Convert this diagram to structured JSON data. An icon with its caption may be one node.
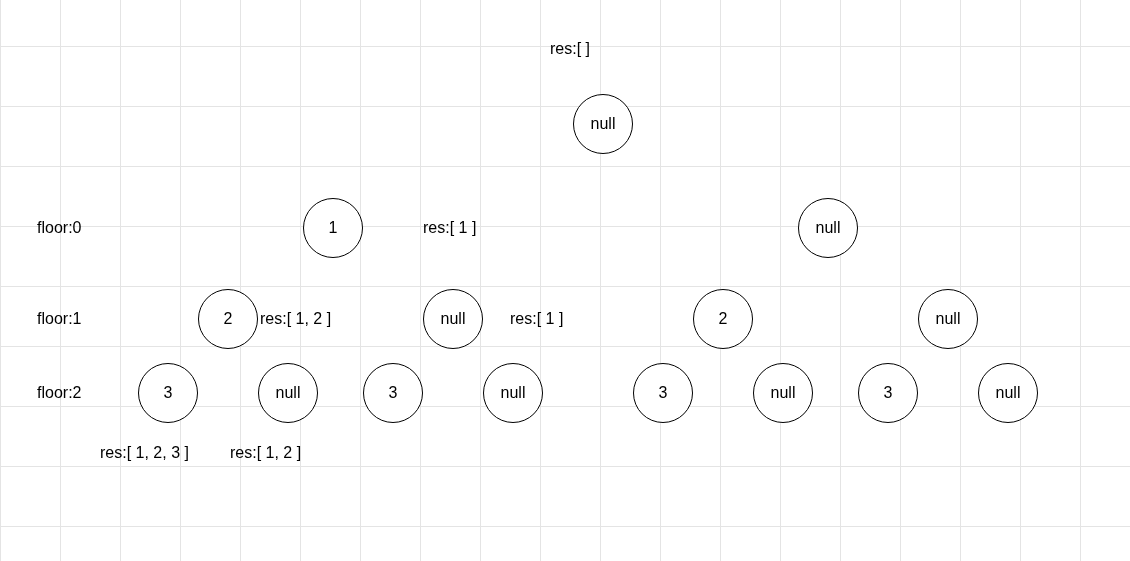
{
  "diagram": {
    "nodes": [
      {
        "text": [
          "null"
        ]
      },
      {
        "text": [
          "1"
        ]
      },
      {
        "text": [
          "null"
        ]
      },
      {
        "text": [
          "2"
        ]
      },
      {
        "text": [
          "null"
        ]
      },
      {
        "text": [
          "2"
        ]
      },
      {
        "text": [
          "null"
        ]
      },
      {
        "text": [
          "3"
        ]
      },
      {
        "text": [
          "null"
        ]
      },
      {
        "text": [
          "3"
        ]
      },
      {
        "text": [
          "null"
        ]
      },
      {
        "text": [
          "3"
        ]
      },
      {
        "text": [
          "null"
        ]
      },
      {
        "text": [
          "3"
        ]
      },
      {
        "text": [
          "null"
        ]
      }
    ],
    "edges": [],
    "labels": [
      "res:[ ]",
      "floor:0",
      "res:[ 1 ]",
      "floor:1",
      "res:[ 1, 2 ]",
      "res:[ 1 ]",
      "floor:2",
      "res:[ 1, 2, 3 ]",
      "res:[ 1, 2 ]"
    ]
  }
}
